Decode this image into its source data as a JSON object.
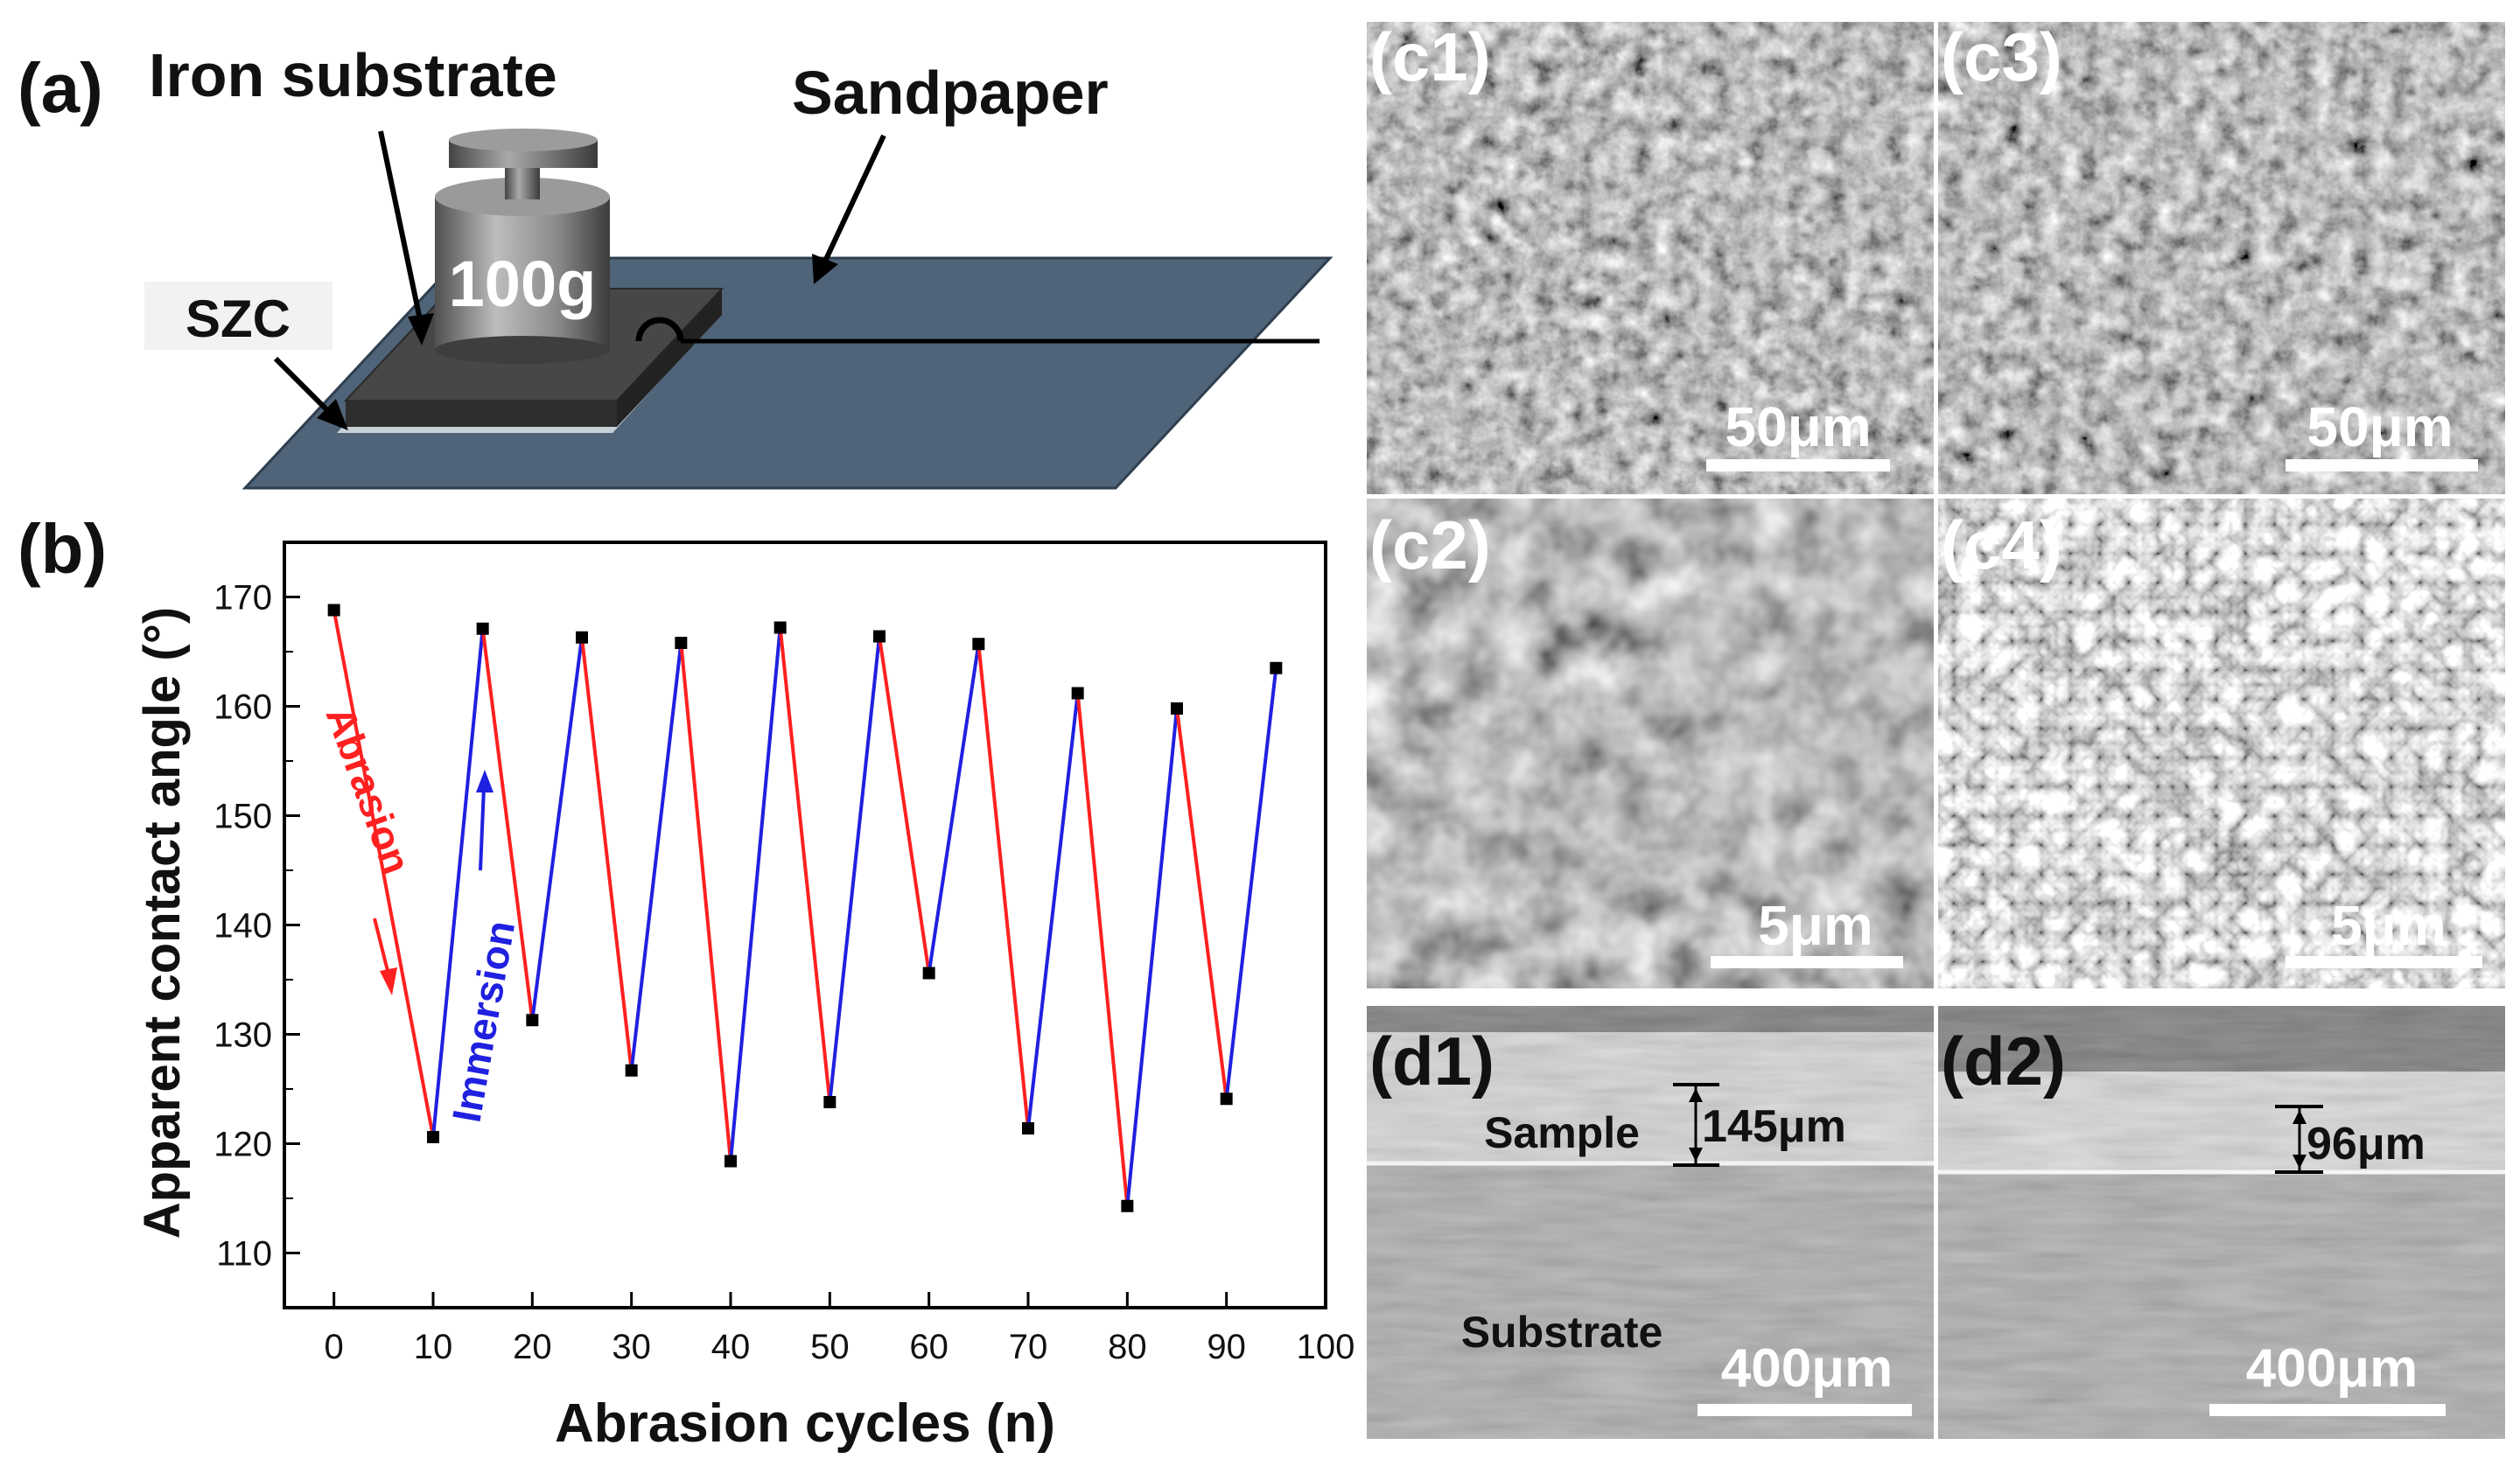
{
  "panel_a": {
    "label": "(a)",
    "iron_label": "Iron substrate",
    "sandpaper_label": "Sandpaper",
    "szc_label": "SZC",
    "weight_label": "100g"
  },
  "panel_b": {
    "label": "(b)",
    "abrasion_annotation": "Abrasion",
    "immersion_annotation": "Immersion"
  },
  "chart_data": {
    "type": "line",
    "xlabel": "Abrasion cycles (n)",
    "ylabel": "Apparent contact angle (°)",
    "xlim": [
      -5,
      100
    ],
    "ylim": [
      105,
      175
    ],
    "xticks": [
      0,
      10,
      20,
      30,
      40,
      50,
      60,
      70,
      80,
      90,
      100
    ],
    "yticks": [
      110,
      120,
      130,
      140,
      150,
      160,
      170
    ],
    "points": [
      {
        "x": 0,
        "y": 168.8
      },
      {
        "x": 10,
        "y": 120.6
      },
      {
        "x": 15,
        "y": 167.1
      },
      {
        "x": 20,
        "y": 131.3
      },
      {
        "x": 25,
        "y": 166.3
      },
      {
        "x": 30,
        "y": 126.7
      },
      {
        "x": 35,
        "y": 165.8
      },
      {
        "x": 40,
        "y": 118.4
      },
      {
        "x": 45,
        "y": 167.2
      },
      {
        "x": 50,
        "y": 123.8
      },
      {
        "x": 55,
        "y": 166.4
      },
      {
        "x": 60,
        "y": 135.6
      },
      {
        "x": 65,
        "y": 165.7
      },
      {
        "x": 70,
        "y": 121.4
      },
      {
        "x": 75,
        "y": 161.2
      },
      {
        "x": 80,
        "y": 114.3
      },
      {
        "x": 85,
        "y": 159.8
      },
      {
        "x": 90,
        "y": 124.1
      },
      {
        "x": 95,
        "y": 163.5
      }
    ],
    "abrasion_color": "#ff2020",
    "immersion_color": "#2020e0",
    "marker_color": "#000000"
  },
  "micrographs": [
    {
      "id": "c1",
      "label": "(c1)",
      "scale": "50μm"
    },
    {
      "id": "c3",
      "label": "(c3)",
      "scale": "50μm"
    },
    {
      "id": "c2",
      "label": "(c2)",
      "scale": "5μm"
    },
    {
      "id": "c4",
      "label": "(c4)",
      "scale": "5μm"
    },
    {
      "id": "d1",
      "label": "(d1)",
      "scale": "400μm",
      "thickness": "145μm",
      "sample_label": "Sample",
      "substrate_label": "Substrate"
    },
    {
      "id": "d2",
      "label": "(d2)",
      "scale": "400μm",
      "thickness": "96μm"
    }
  ],
  "colors": {
    "sandpaper": "#4f6478",
    "sandpaper_edge": "#2f3f4f",
    "block": "#3a3a3a",
    "weight": "#7a7a7a",
    "sem_bg": "#8c8c8c"
  }
}
